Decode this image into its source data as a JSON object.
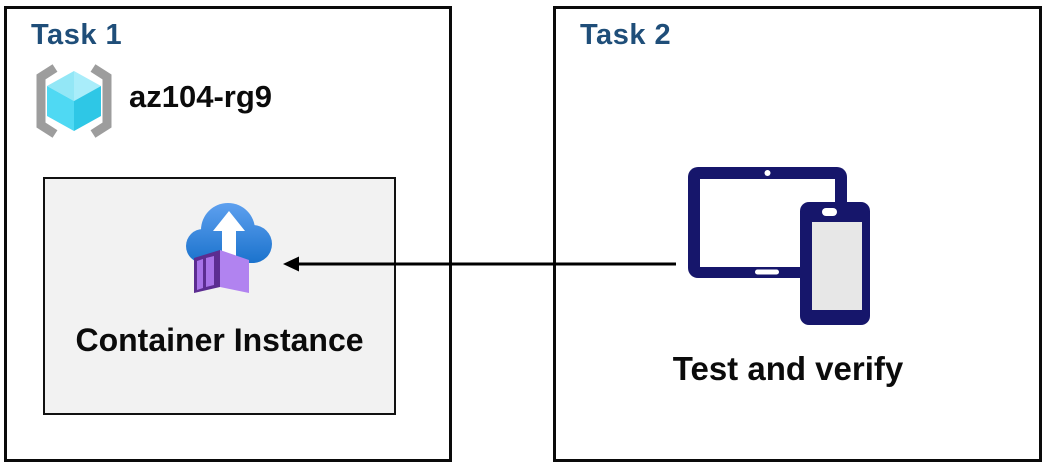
{
  "task1": {
    "title": "Task 1",
    "resource_group_name": "az104-rg9",
    "container_instance_label": "Container Instance"
  },
  "task2": {
    "title": "Task 2",
    "devices_label": "Test and verify"
  },
  "icons": {
    "resource_group": "resource-group-brackets-cube-icon",
    "container_instance": "cloud-upload-container-icon",
    "devices": "tablet-and-phone-icon",
    "connector": "left-arrow-connector"
  },
  "colors": {
    "task_title": "#1F4E79",
    "box_border": "#0A0A0A",
    "inner_box_border": "#111111",
    "inner_box_bg": "#F2F2F2",
    "text_black": "#0B0B0B",
    "arrow_black": "#000000",
    "device_navy": "#16166B",
    "phone_screen": "#E7E7E7",
    "bracket_gray": "#9D9D9D",
    "cube_top_left": "#93E7F6",
    "cube_top_right": "#A9EDFA",
    "cube_left": "#4FD9F3",
    "cube_right": "#2EC7E6",
    "cloud_top": "#5EA0EF",
    "cloud_bottom": "#1A72CC",
    "container_front": "#5C2D91",
    "container_panel": "#A873E8",
    "container_side": "#B183F0"
  }
}
